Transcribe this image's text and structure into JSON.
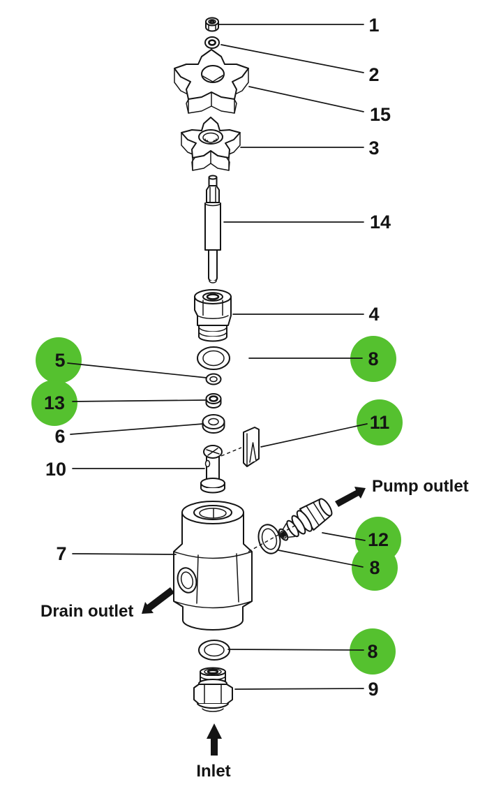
{
  "colors": {
    "highlight": "#55c12f",
    "line": "#141414",
    "background": "#ffffff"
  },
  "callouts": {
    "c1": {
      "number": "1",
      "highlighted": false
    },
    "c2": {
      "number": "2",
      "highlighted": false
    },
    "c15": {
      "number": "15",
      "highlighted": false
    },
    "c3": {
      "number": "3",
      "highlighted": false
    },
    "c14": {
      "number": "14",
      "highlighted": false
    },
    "c4": {
      "number": "4",
      "highlighted": false
    },
    "c8_top": {
      "number": "8",
      "highlighted": true
    },
    "c5": {
      "number": "5",
      "highlighted": true
    },
    "c13": {
      "number": "13",
      "highlighted": true
    },
    "c6": {
      "number": "6",
      "highlighted": false
    },
    "c11": {
      "number": "11",
      "highlighted": true
    },
    "c10": {
      "number": "10",
      "highlighted": false
    },
    "c7": {
      "number": "7",
      "highlighted": false
    },
    "c12": {
      "number": "12",
      "highlighted": true
    },
    "c8_mid": {
      "number": "8",
      "highlighted": true
    },
    "c8_bottom": {
      "number": "8",
      "highlighted": true
    },
    "c9": {
      "number": "9",
      "highlighted": false
    }
  },
  "labels": {
    "pump_outlet": "Pump outlet",
    "drain_outlet": "Drain outlet",
    "inlet": "Inlet"
  }
}
